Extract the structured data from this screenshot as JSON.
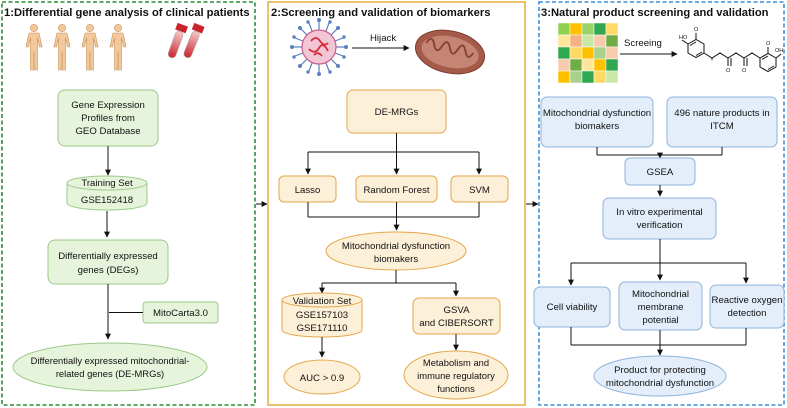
{
  "panel1": {
    "title": "1:Differential gene analysis of clinical patients",
    "geo_line1": "Gene Expression",
    "geo_line2": "Profiles from",
    "geo_line3": "GEO Database",
    "training_line1": "Training Set",
    "training_line2": "GSE152418",
    "degs_line1": "Differentially expressed",
    "degs_line2": "genes (DEGs)",
    "mitocarta": "MitoCarta3.0",
    "demrgs_line1": "Differentially expressed mitochondrial-",
    "demrgs_line2": "related genes (DE-MRGs)"
  },
  "panel2": {
    "title": "2:Screening and validation of biomarkers",
    "hijack": "Hijack",
    "demrgs": "DE-MRGs",
    "lasso": "Lasso",
    "rf": "Random Forest",
    "svm": "SVM",
    "biomarkers_line1": "Mitochondrial dysfunction",
    "biomarkers_line2": "biomakers",
    "validation_line1": "Validation Set",
    "validation_line2": "GSE157103",
    "validation_line3": "GSE171110",
    "gsva_line1": "GSVA",
    "gsva_line2": "and CIBERSORT",
    "auc": "AUC > 0.9",
    "metab_line1": "Metabolism and",
    "metab_line2": "immune regulatory",
    "metab_line3": "functions"
  },
  "panel3": {
    "title": "3:Natural product screening and validation",
    "screeing": "Screeing",
    "mito_line1": "Mitochondrial dysfunction",
    "mito_line2": "biomakers",
    "itcm_line1": "496 nature products in",
    "itcm_line2": "ITCM",
    "gsea": "GSEA",
    "invitro_line1": "In vitro experimental",
    "invitro_line2": "verification",
    "cell": "Cell viability",
    "mmp_line1": "Mitochondrial",
    "mmp_line2": "membrane",
    "mmp_line3": "potential",
    "ros_line1": "Reactive oxygen",
    "ros_line2": "detection",
    "product_line1": "Product for protecting",
    "product_line2": "mitochondrial dysfunction"
  },
  "colors": {
    "green_border": "#2e8b3a",
    "green_fill": "#e6f4dc",
    "green_stroke": "#9cc98a",
    "orange_border": "#e8b24a",
    "orange_fill": "#fdf0d8",
    "orange_stroke": "#e6a64a",
    "blue_border": "#3d8fd6",
    "blue_fill": "#e3eefa",
    "blue_stroke": "#8fb3dc"
  },
  "icons": [
    "human-silhouette-icon",
    "blood-tube-icon",
    "virus-icon",
    "mitochondrion-icon",
    "heatmap-grid-icon",
    "curcumin-structure-icon"
  ]
}
